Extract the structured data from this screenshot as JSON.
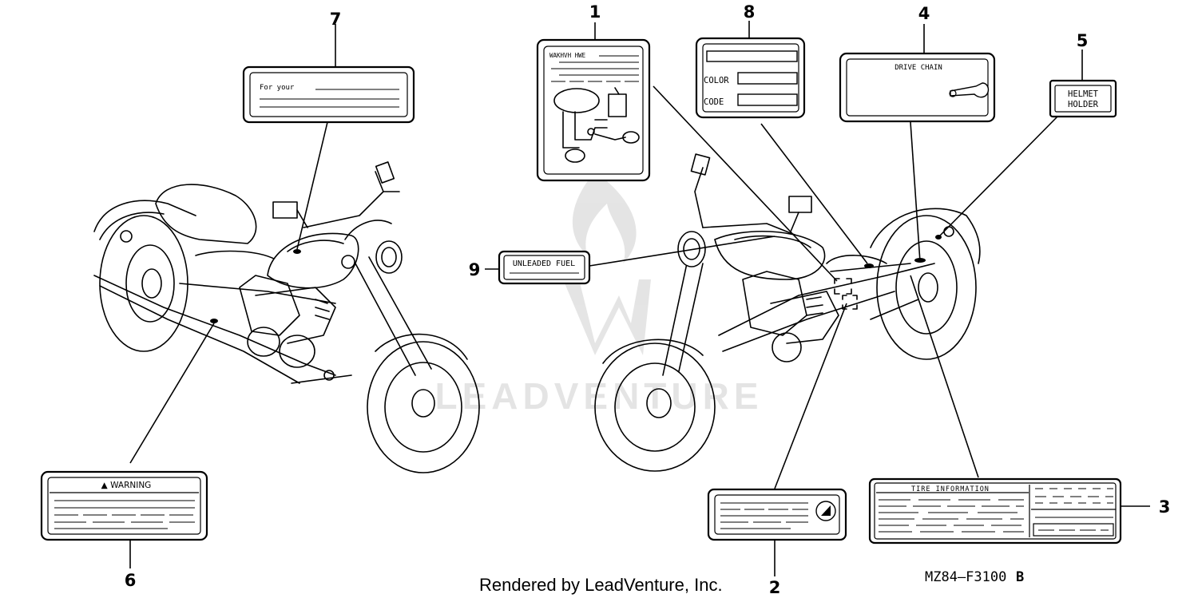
{
  "diagram": {
    "callouts": [
      {
        "id": "1",
        "part": "caution-label-pictogram"
      },
      {
        "id": "2",
        "part": "caution-label-emblem"
      },
      {
        "id": "3",
        "part": "tire-information-label"
      },
      {
        "id": "4",
        "part": "drive-chain-label"
      },
      {
        "id": "5",
        "part": "helmet-holder-label"
      },
      {
        "id": "6",
        "part": "warning-label"
      },
      {
        "id": "7",
        "part": "for-your-label"
      },
      {
        "id": "8",
        "part": "color-code-label"
      },
      {
        "id": "9",
        "part": "unleaded-fuel-label"
      }
    ],
    "labels": {
      "label1_header": "WAKHVH HWE",
      "label7_text": "For your ",
      "label8_color": "COLOR",
      "label8_code": "CODE",
      "label4_title": "DRIVE CHAIN",
      "label5_line1": "HELMET",
      "label5_line2": "HOLDER",
      "label9_text": "UNLEADED FUEL",
      "label6_title": "▲ WARNING",
      "label3_title": "TIRE INFORMATION"
    },
    "watermark": "LEADVENTURE",
    "footer": {
      "rendered_by": "Rendered by LeadVenture, Inc.",
      "diagram_code": "MZ84–F3100",
      "diagram_rev": "B"
    }
  }
}
